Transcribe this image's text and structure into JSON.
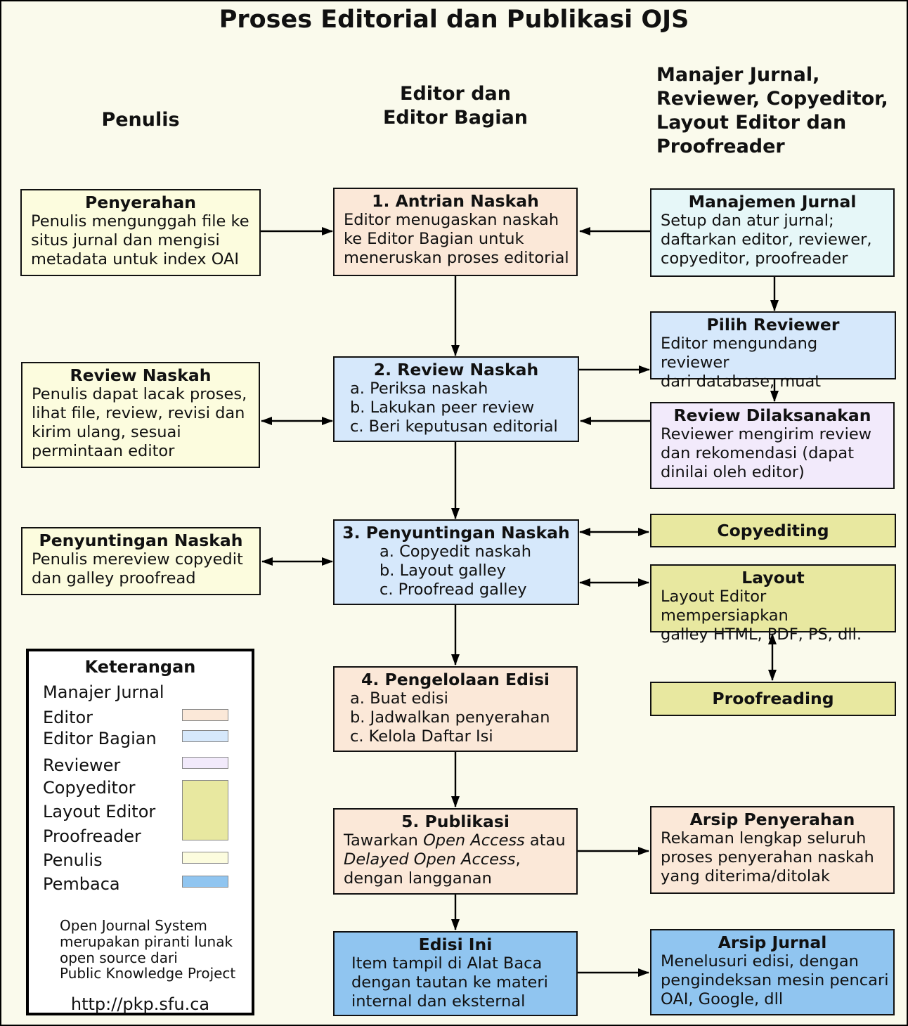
{
  "title": "Proses Editorial dan Publikasi OJS",
  "column_headers": {
    "penulis": "Penulis",
    "editor": "Editor dan\nEditor Bagian",
    "manajer": "Manajer Jurnal,\nReviewer, Copyeditor,\nLayout Editor dan\nProofreader"
  },
  "boxes": {
    "penyerahan": {
      "title": "Penyerahan",
      "body": "Penulis mengunggah file ke\nsitus jurnal dan mengisi\nmetadata untuk index OAI",
      "role": "penulis"
    },
    "antrian_naskah": {
      "title": "1. Antrian Naskah",
      "body": "Editor menugaskan naskah\nke Editor Bagian untuk\nmeneruskan proses editorial",
      "role": "editor"
    },
    "manajemen_jurnal": {
      "title": "Manajemen Jurnal",
      "body": "Setup dan atur jurnal;\ndaftarkan editor, reviewer,\ncopyeditor, proofreader",
      "role": "manajer_jurnal"
    },
    "pilih_reviewer": {
      "title": "Pilih Reviewer",
      "body": "Editor mengundang reviewer\ndari database, muat",
      "role": "editor_bagian"
    },
    "review_dilaksanakan": {
      "title": "Review Dilaksanakan",
      "body": "Reviewer mengirim review\ndan rekomendasi (dapat\ndinilai oleh editor)",
      "role": "reviewer"
    },
    "review_naskah_penulis": {
      "title": "Review Naskah",
      "body": "Penulis dapat lacak proses,\nlihat file, review, revisi dan\nkirim ulang, sesuai\npermintaan editor",
      "role": "penulis"
    },
    "review_naskah": {
      "title": "2. Review Naskah",
      "body": "a. Periksa naskah\nb. Lakukan peer review\nc. Beri keputusan editorial",
      "role": "editor_bagian"
    },
    "penyuntingan_naskah": {
      "title": "3. Penyuntingan Naskah",
      "body": "a. Copyedit naskah\nb. Layout galley\nc. Proofread galley",
      "role": "editor_bagian"
    },
    "penyuntingan_naskah_penulis": {
      "title": "Penyuntingan Naskah",
      "body": "Penulis mereview copyedit\ndan galley proofread",
      "role": "penulis"
    },
    "copyediting": {
      "title": "Copyediting",
      "role": "copyeditor"
    },
    "layout": {
      "title": "Layout",
      "body": "Layout Editor mempersiapkan\ngalley HTML, PDF, PS, dll.",
      "role": "copyeditor"
    },
    "proofreading": {
      "title": "Proofreading",
      "role": "copyeditor"
    },
    "pengelolaan_edisi": {
      "title": "4. Pengelolaan Edisi",
      "body": "a. Buat edisi\nb. Jadwalkan penyerahan\nc. Kelola Daftar Isi",
      "role": "editor"
    },
    "publikasi": {
      "title": "5. Publikasi",
      "body_parts": [
        "Tawarkan ",
        "Open Access",
        " atau\n",
        "Delayed Open Access",
        ",\ndengan langganan"
      ],
      "role": "editor"
    },
    "arsip_penyerahan": {
      "title": "Arsip Penyerahan",
      "body": "Rekaman lengkap seluruh\nproses penyerahan naskah\nyang diterima/ditolak",
      "role": "editor"
    },
    "edisi_ini": {
      "title": "Edisi Ini",
      "body": "Item tampil di Alat Baca\ndengan tautan ke materi\ninternal dan eksternal",
      "role": "pembaca"
    },
    "arsip_jurnal": {
      "title": "Arsip Jurnal",
      "body": "Menelusuri edisi, dengan\npengindeksan mesin pencari\nOAI, Google, dll",
      "role": "pembaca"
    }
  },
  "legend": {
    "title": "Keterangan",
    "items": [
      {
        "label": "Manajer Jurnal"
      },
      {
        "label": "Editor"
      },
      {
        "label": "Editor Bagian"
      },
      {
        "label": "Reviewer"
      },
      {
        "label": "Copyeditor"
      },
      {
        "label": "Layout Editor"
      },
      {
        "label": "Proofreader"
      },
      {
        "label": "Penulis"
      },
      {
        "label": "Pembaca"
      }
    ],
    "footer": "Open Journal System\nmerupakan piranti lunak\nopen source dari\nPublic Knowledge Project",
    "url": "http://pkp.sfu.ca"
  },
  "colors": {
    "background": "#FAFAEC",
    "penulis": "#FCFCDE",
    "editor": "#FBE8D8",
    "editor_bagian": "#D6E8FB",
    "reviewer": "#F2EAFB",
    "copyeditor_layout_proofreader": "#E8E8A0",
    "pembaca": "#90C5F0",
    "manajer_jurnal": "#E6F7F8"
  }
}
